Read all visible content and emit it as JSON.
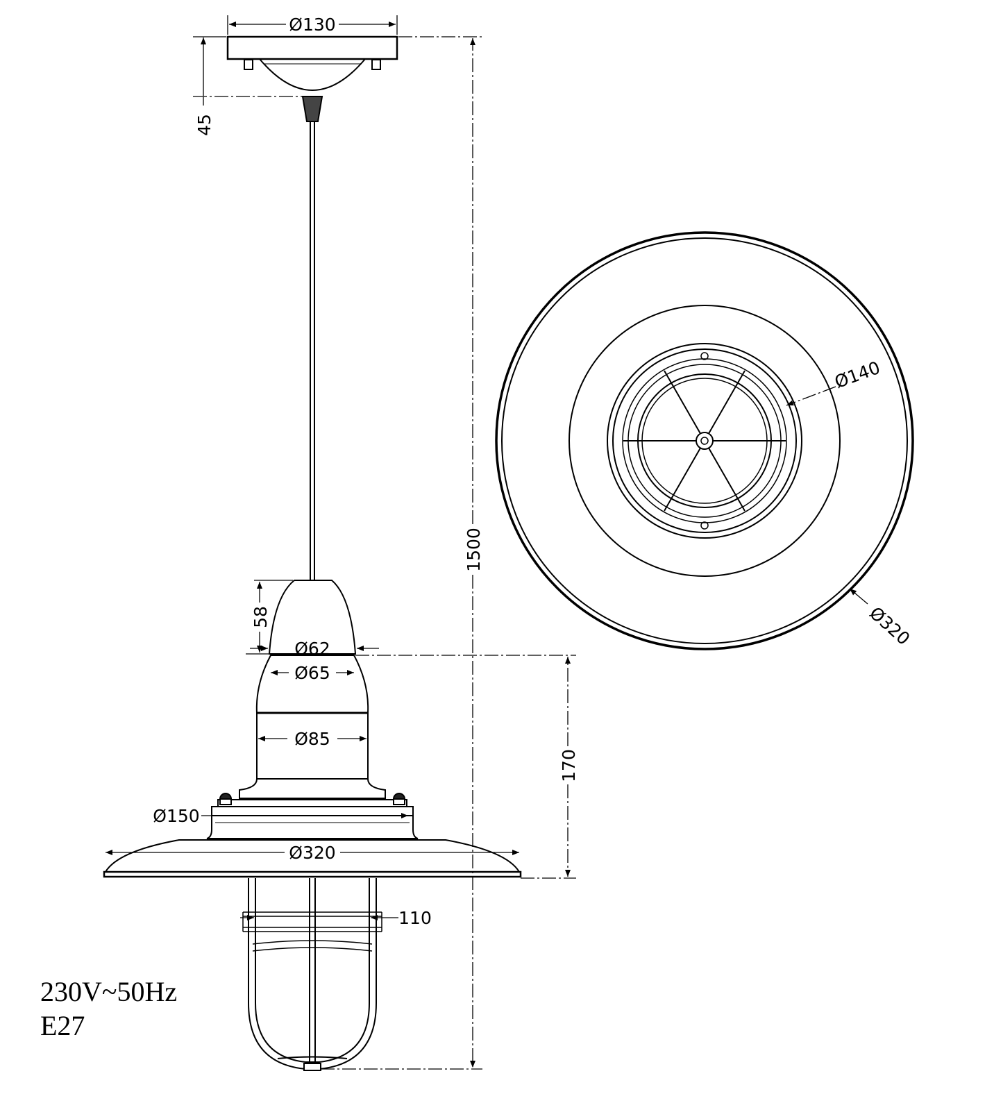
{
  "dimensions": {
    "canopy_diameter": "Ø130",
    "canopy_height": "45",
    "total_length": "1500",
    "top_cap_height": "58",
    "top_cap_diameter": "Ø62",
    "holder_top_diameter": "Ø65",
    "holder_body_diameter": "Ø85",
    "base_ring_diameter": "Ø150",
    "shade_diameter": "Ø320",
    "cage_width": "110",
    "lamp_height": "170",
    "cage_diameter_top_view": "Ø140",
    "shade_diameter_top_view": "Ø320"
  },
  "specs": {
    "voltage": "230V~50Hz",
    "socket": "E27"
  }
}
